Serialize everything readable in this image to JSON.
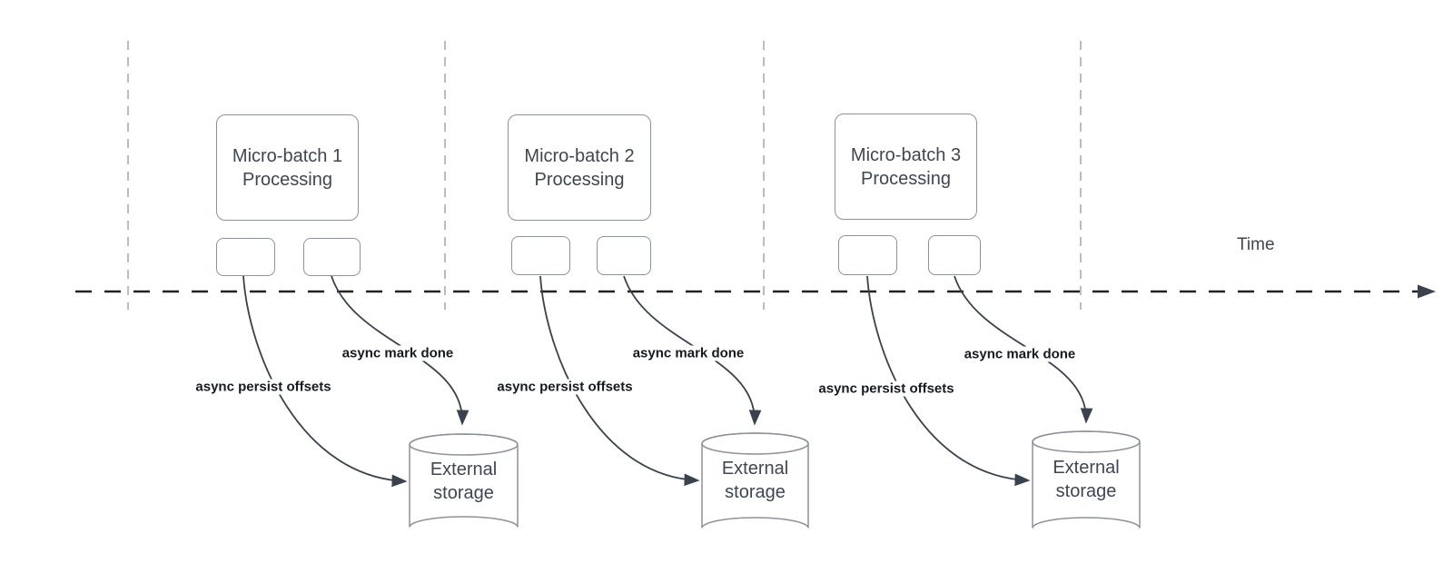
{
  "colors": {
    "arrow": "#3b414d",
    "border": "#8d929b",
    "guide": "#a9abb0",
    "timeline": "#212327",
    "nodetext": "#3f4652",
    "annotext": "#161a20",
    "background": "#ffffff"
  },
  "timeline": {
    "label": "Time"
  },
  "groups": [
    {
      "batch_label": "Micro-batch 1\nProcessing",
      "persist_label": "async persist offsets",
      "done_label": "async mark done",
      "storage_label": "External\nstorage"
    },
    {
      "batch_label": "Micro-batch 2\nProcessing",
      "persist_label": "async persist offsets",
      "done_label": "async mark done",
      "storage_label": "External\nstorage"
    },
    {
      "batch_label": "Micro-batch 3\nProcessing",
      "persist_label": "async persist offsets",
      "done_label": "async mark done",
      "storage_label": "External\nstorage"
    }
  ]
}
